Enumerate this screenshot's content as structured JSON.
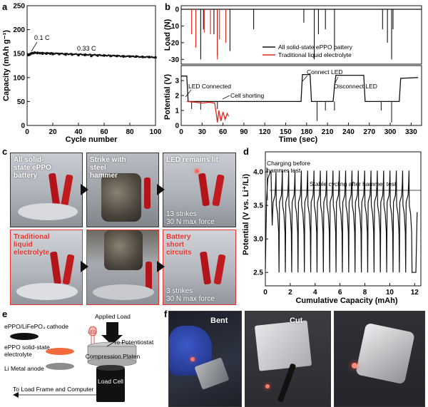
{
  "panels": {
    "a": "a",
    "b": "b",
    "c": "c",
    "d": "d",
    "e": "e",
    "f": "f"
  },
  "chart_a": {
    "type": "scatter",
    "ylabel": "Capacity (mAh g⁻¹)",
    "xlabel": "Cycle number",
    "xlim": [
      0,
      100
    ],
    "ylim": [
      0,
      250
    ],
    "xticks": [
      0,
      20,
      40,
      60,
      80,
      100
    ],
    "yticks": [
      0,
      50,
      100,
      150,
      200,
      250
    ],
    "annotations": [
      "0.1 C",
      "0.33 C"
    ],
    "x": [
      1,
      2,
      3,
      4,
      5,
      6,
      8,
      10,
      12,
      15,
      18,
      20,
      25,
      30,
      35,
      40,
      45,
      50,
      55,
      60,
      65,
      70,
      75,
      80,
      85,
      90,
      95,
      100
    ],
    "y": [
      147,
      148,
      150,
      151,
      151,
      152,
      151,
      151,
      150,
      150,
      150,
      149,
      149,
      148,
      148,
      147,
      147,
      145,
      146,
      146,
      145,
      145,
      144,
      144,
      144,
      143,
      143,
      142
    ]
  },
  "chart_b": {
    "type": "line",
    "xlabel": "Time (sec)",
    "xlim": [
      0,
      345
    ],
    "xticks": [
      0,
      30,
      60,
      90,
      120,
      150,
      180,
      210,
      240,
      270,
      300,
      330
    ],
    "top": {
      "ylabel": "Load (N)",
      "ylim": [
        -35,
        0
      ],
      "yticks": [
        0,
        -10,
        -20,
        -30
      ],
      "legend": [
        "All solid-state ePPO battery",
        "Traditional liquid electrolyte"
      ],
      "black_spikes": [
        [
          28,
          -30
        ],
        [
          32,
          -12
        ],
        [
          47,
          -15
        ],
        [
          52,
          -28
        ],
        [
          70,
          -25
        ],
        [
          104,
          -12
        ],
        [
          176,
          -8
        ],
        [
          191,
          -30
        ],
        [
          197,
          -15
        ],
        [
          207,
          -12
        ],
        [
          220,
          -25
        ],
        [
          289,
          -12
        ],
        [
          296,
          -20
        ],
        [
          302,
          -30
        ],
        [
          304,
          -12
        ]
      ],
      "red_spikes": [
        [
          15,
          -15
        ],
        [
          21,
          -23
        ],
        [
          33,
          -14
        ],
        [
          42,
          -15
        ],
        [
          52,
          -30
        ],
        [
          55,
          -18
        ],
        [
          64,
          -20
        ]
      ]
    },
    "bottom": {
      "ylabel": "Potential (V)",
      "ylim": [
        0,
        4
      ],
      "yticks": [
        0,
        1,
        2,
        3
      ],
      "annotations": [
        "LED Connected",
        "Cell shorting",
        "Connect LED",
        "Disconnect LED"
      ],
      "black_line": [
        [
          0,
          3.3
        ],
        [
          8,
          3.3
        ],
        [
          10,
          1.6
        ],
        [
          172,
          1.6
        ],
        [
          174,
          3.4
        ],
        [
          185,
          3.4
        ],
        [
          187,
          1.6
        ],
        [
          218,
          1.6
        ],
        [
          220,
          2.6
        ],
        [
          222,
          3.35
        ],
        [
          262,
          3.35
        ],
        [
          264,
          1.6
        ],
        [
          313,
          1.6
        ],
        [
          315,
          3.15
        ],
        [
          340,
          3.2
        ]
      ],
      "black_dips": [
        [
          15,
          1.1
        ],
        [
          28,
          1.05
        ],
        [
          52,
          1.1
        ],
        [
          195,
          0.3
        ],
        [
          207,
          1.0
        ],
        [
          220,
          1.0
        ],
        [
          287,
          1.0
        ],
        [
          302,
          0.2
        ]
      ],
      "red_line": [
        [
          8,
          1.6
        ],
        [
          20,
          1.55
        ],
        [
          30,
          1.5
        ],
        [
          40,
          1.55
        ],
        [
          48,
          1.5
        ],
        [
          50,
          0.9
        ],
        [
          52,
          0.2
        ],
        [
          54,
          1.0
        ],
        [
          57,
          0.3
        ],
        [
          60,
          0.9
        ],
        [
          63,
          0.4
        ],
        [
          66,
          0.8
        ],
        [
          68,
          0.6
        ]
      ]
    }
  },
  "chart_d": {
    "type": "line",
    "ylabel": "Potential (V vs. Li⁺/Li)",
    "xlabel": "Cumulative Capacity (mAh)",
    "xlim": [
      0,
      12.5
    ],
    "ylim": [
      2.3,
      4.3
    ],
    "xticks": [
      0,
      2,
      4,
      6,
      8,
      10,
      12
    ],
    "yticks": [
      2.5,
      3.0,
      3.5,
      4.0
    ],
    "annotations": [
      "Charging before hammer test",
      "Stable cycling after hammer test"
    ],
    "cycles": 22
  },
  "panel_c": {
    "top": [
      "All solid-state ePPO battery",
      "Strike with steel hammer",
      "LED remains lit"
    ],
    "top_note": [
      "13 strikes",
      "30 N max force"
    ],
    "bottom": [
      "Traditional liquid electrolyte",
      "",
      "Battery short circuits"
    ],
    "bottom_note": [
      "3 strikes",
      "30 N max force"
    ]
  },
  "panel_e": {
    "applied_load": "Applied Load",
    "led": "LED",
    "cathode": "ePPO/LiFePO₄ cathode",
    "electrolyte": "ePPO solid-state electrolyte",
    "anode": "Li Metal anode",
    "potentiostat": "To Potentiostat",
    "platen": "Compression Platen",
    "load_cell": "Load Cell",
    "frame": "To Load Frame and Computer"
  },
  "panel_f": [
    "Bent",
    "Cut",
    ""
  ],
  "colors": {
    "black": "#111111",
    "red": "#e2231a",
    "photo_border": "#333333",
    "red_border": "#e8332c",
    "orange": "#f26b3a"
  }
}
